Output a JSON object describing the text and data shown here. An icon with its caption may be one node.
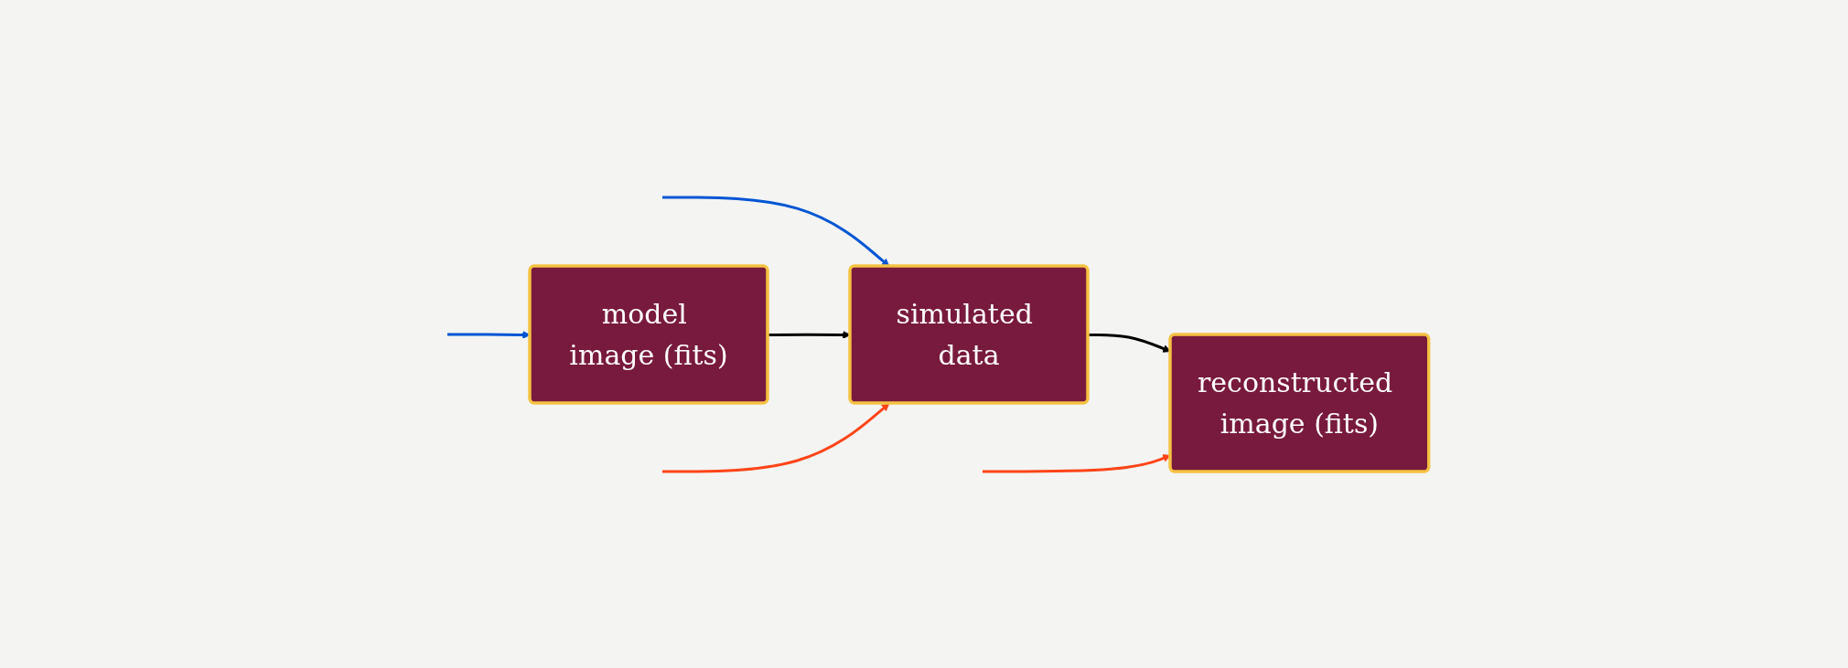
{
  "diagram": {
    "nodes": [
      {
        "text": [
          "model image (fits)"
        ]
      },
      {
        "text": [
          "simulated data"
        ]
      },
      {
        "text": [
          "reconstructed image (fits)"
        ]
      }
    ],
    "edges": [
      {
        "from": null,
        "to": 0,
        "arrow": "to",
        "color": "#0055d4"
      },
      {
        "from": null,
        "to": 1,
        "arrow": "to",
        "color": "#0055d4"
      },
      {
        "from": 0,
        "to": 1,
        "arrow": "to",
        "color": "#000000"
      },
      {
        "from": null,
        "to": 1,
        "arrow": "to",
        "color": "#ff4418"
      },
      {
        "from": 1,
        "to": 2,
        "arrow": "to",
        "color": "#000000"
      },
      {
        "from": null,
        "to": 2,
        "arrow": "to",
        "color": "#ff4418"
      }
    ]
  }
}
